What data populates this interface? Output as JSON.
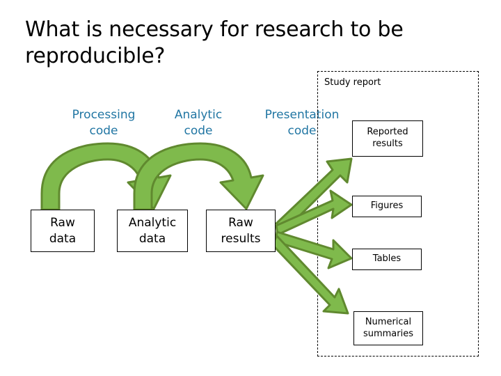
{
  "slide": {
    "title": "What is necessary for research to be reproducible?",
    "background_color": "#FFFFFF"
  },
  "colors": {
    "code_label_blue": "#2176A3",
    "arrow_fill_green": "#7FBA4C",
    "arrow_outline_green": "#60892F",
    "box_border": "#000000",
    "text": "#000000"
  },
  "pipeline": {
    "code_labels": [
      {
        "id": "processing-code",
        "text": "Processing\ncode"
      },
      {
        "id": "analytic-code",
        "text": "Analytic\ncode"
      },
      {
        "id": "presentation-code",
        "text": "Presentation\ncode"
      }
    ],
    "nodes": [
      {
        "id": "raw-data",
        "text": "Raw\ndata"
      },
      {
        "id": "analytic-data",
        "text": "Analytic\ndata"
      },
      {
        "id": "raw-results",
        "text": "Raw\nresults"
      }
    ]
  },
  "study_report": {
    "label": "Study report",
    "outputs": [
      {
        "id": "reported-results",
        "text": "Reported\nresults"
      },
      {
        "id": "figures",
        "text": "Figures"
      },
      {
        "id": "tables",
        "text": "Tables"
      },
      {
        "id": "numerical-summaries",
        "text": "Numerical\nsummaries"
      }
    ]
  },
  "arrows": {
    "curved": [
      {
        "id": "raw-data-to-analytic-data",
        "label_source": "Processing code"
      },
      {
        "id": "analytic-data-to-raw-results",
        "label_source": "Analytic code"
      }
    ],
    "fan": [
      {
        "id": "raw-results-to-reported-results"
      },
      {
        "id": "raw-results-to-figures"
      },
      {
        "id": "raw-results-to-tables"
      },
      {
        "id": "raw-results-to-numerical-summaries"
      }
    ]
  }
}
